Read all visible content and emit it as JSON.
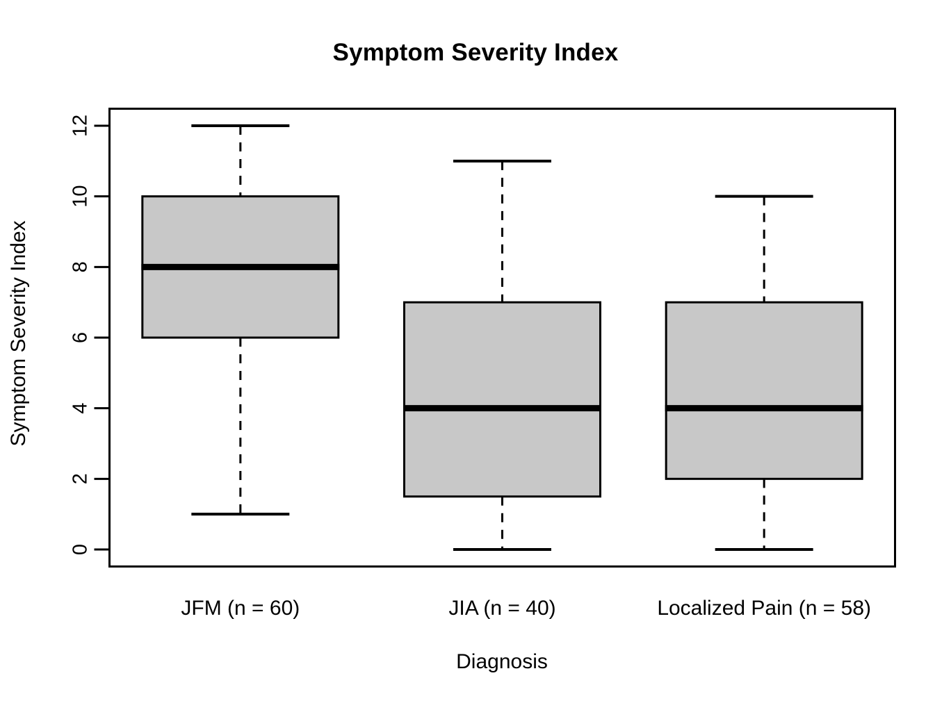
{
  "chart_data": {
    "type": "box",
    "title": "Symptom Severity Index",
    "xlabel": "Diagnosis",
    "ylabel": "Symptom Severity Index",
    "ylim": [
      -0.5,
      12.5
    ],
    "yticks": [
      0,
      2,
      4,
      6,
      8,
      10,
      12
    ],
    "ytick_labels": [
      "0",
      "2",
      "4",
      "6",
      "8",
      "10",
      "12"
    ],
    "grid": false,
    "legend": "none",
    "box_fill_color": "#c8c8c8",
    "box_line_color": "#000000",
    "median_color": "#000000",
    "whisker_style": "dashed",
    "categories": [
      "JFM (n = 60)",
      "JIA (n = 40)",
      "Localized Pain (n = 58)"
    ],
    "boxes": [
      {
        "label": "JFM (n = 60)",
        "group": "JFM",
        "n": 60,
        "whisker_low": 1,
        "q1": 6,
        "median": 8,
        "q3": 10,
        "whisker_high": 12,
        "outliers": []
      },
      {
        "label": "JIA (n = 40)",
        "group": "JIA",
        "n": 40,
        "whisker_low": 0,
        "q1": 1.5,
        "median": 4,
        "q3": 7,
        "whisker_high": 11,
        "outliers": []
      },
      {
        "label": "Localized Pain (n = 58)",
        "group": "Localized Pain",
        "n": 58,
        "whisker_low": 0,
        "q1": 2,
        "median": 4,
        "q3": 7,
        "whisker_high": 10,
        "outliers": []
      }
    ]
  }
}
